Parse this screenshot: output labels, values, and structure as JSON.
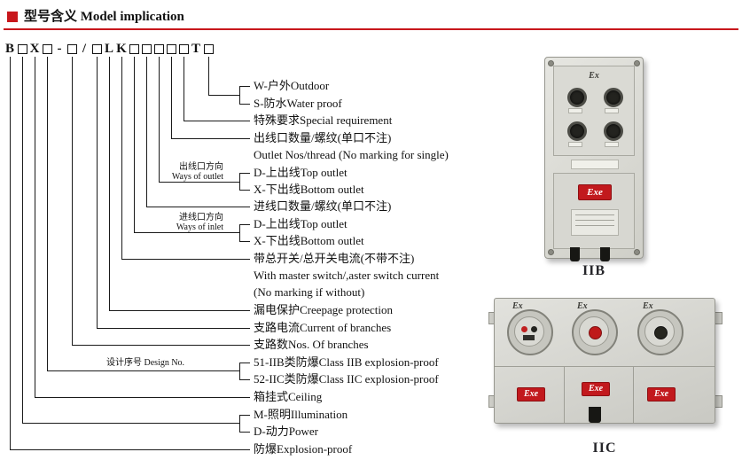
{
  "header": {
    "title_zh": "型号含义",
    "title_en": "Model implication",
    "accent_color": "#c8171c"
  },
  "model_code": {
    "chars": [
      "B",
      "□",
      "X",
      "□",
      "-",
      "□",
      "/",
      "□",
      "L",
      "K",
      "□",
      "□",
      "□",
      "□",
      "□",
      "T",
      "□"
    ]
  },
  "diagram": {
    "entries": [
      "W-户外Outdoor",
      "S-防水Water proof",
      "特殊要求Special requirement",
      "出线口数量/螺纹(单口不注)",
      "Outlet Nos/thread (No marking for single)",
      "D-上出线Top outlet",
      "X-下出线Bottom outlet",
      "进线口数量/螺纹(单口不注)",
      "D-上出线Top outlet",
      "X-下出线Bottom outlet",
      "带总开关/总开关电流(不带不注)",
      "With master switch/,aster switch current",
      "(No marking if without)",
      "漏电保护Creepage protection",
      "支路电流Current of branches",
      "支路数Nos. Of branches",
      "51-IIB类防爆Class IIB explosion-proof",
      "52-IIC类防爆Class IIC explosion-proof",
      "箱挂式Ceiling",
      "M-照明Illumination",
      "D-动力Power",
      "防爆Explosion-proof"
    ],
    "side_labels": {
      "outlet_zh": "出线口方向",
      "outlet_en": "Ways of outlet",
      "inlet_zh": "进线口方向",
      "inlet_en": "Ways of inlet",
      "design_no": "设计序号 Design No."
    }
  },
  "products": {
    "iib": {
      "caption": "IIB",
      "ex": "Ex",
      "exe": "Exe"
    },
    "iic": {
      "caption": "IIC",
      "ex1": "Ex",
      "ex2": "Ex",
      "ex3": "Ex",
      "exe1": "Exe",
      "exe2": "Exe",
      "exe3": "Exe"
    }
  }
}
